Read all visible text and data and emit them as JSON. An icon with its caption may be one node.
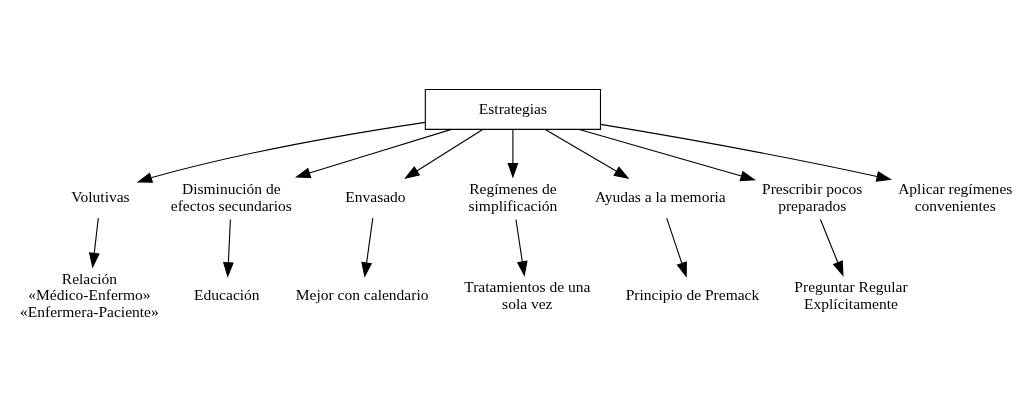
{
  "diagram": {
    "nodes": [
      {
        "text": [
          "Estrategias"
        ]
      },
      {
        "text": [
          "Volutivas"
        ]
      },
      {
        "text": [
          "Disminución de efectos secundarios"
        ]
      },
      {
        "text": [
          "Envasado"
        ]
      },
      {
        "text": [
          "Regímenes de simplificación"
        ]
      },
      {
        "text": [
          "Ayudas a la memoria"
        ]
      },
      {
        "text": [
          "Prescribir pocos preparados"
        ]
      },
      {
        "text": [
          "Aplicar regímenes convenientes"
        ]
      },
      {
        "text": [
          "Relación «Médico-Enfermo» «Enfermera-Paciente»"
        ]
      },
      {
        "text": [
          "Educación"
        ]
      },
      {
        "text": [
          "Mejor con calendario"
        ]
      },
      {
        "text": [
          "Tratamientos de una sola vez"
        ]
      },
      {
        "text": [
          "Principio de Premack"
        ]
      },
      {
        "text": [
          "Preguntar Regular Explícitamente"
        ]
      }
    ],
    "edges": [
      {
        "from": 0,
        "to": 1,
        "arrow": "to"
      },
      {
        "from": 0,
        "to": 2,
        "arrow": "to"
      },
      {
        "from": 0,
        "to": 3,
        "arrow": "to"
      },
      {
        "from": 0,
        "to": 4,
        "arrow": "to"
      },
      {
        "from": 0,
        "to": 5,
        "arrow": "to"
      },
      {
        "from": 0,
        "to": 6,
        "arrow": "to"
      },
      {
        "from": 0,
        "to": 7,
        "arrow": "to"
      },
      {
        "from": 1,
        "to": 8,
        "arrow": "to"
      },
      {
        "from": 2,
        "to": 9,
        "arrow": "to"
      },
      {
        "from": 3,
        "to": 10,
        "arrow": "to"
      },
      {
        "from": 4,
        "to": 11,
        "arrow": "to"
      },
      {
        "from": 5,
        "to": 12,
        "arrow": "to"
      },
      {
        "from": 6,
        "to": 13,
        "arrow": "to"
      }
    ]
  }
}
